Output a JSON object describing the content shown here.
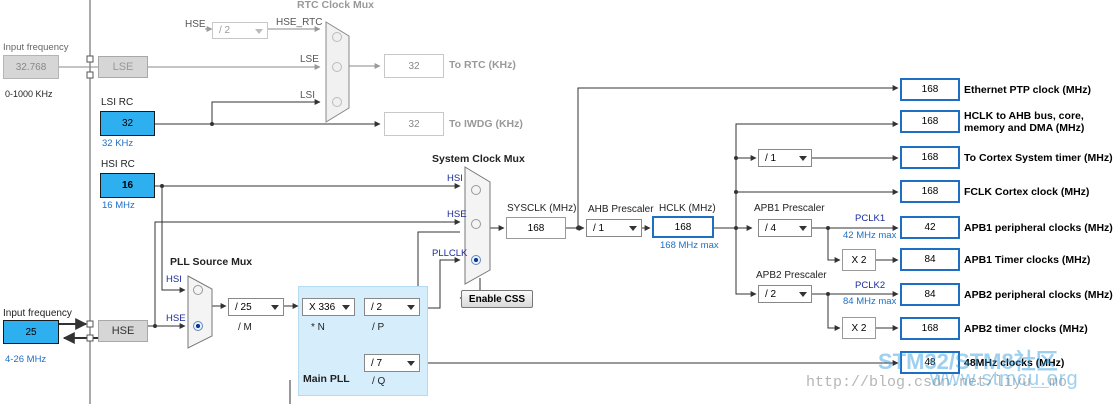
{
  "left": {
    "lse_input_title": "Input frequency",
    "lse_input_value": "32.768",
    "lse_input_range": "0-1000 KHz",
    "lse_label": "LSE",
    "lsi_title": "LSI RC",
    "lsi_value": "32",
    "lsi_unit": "32 KHz",
    "hsi_title": "HSI RC",
    "hsi_value": "16",
    "hsi_unit": "16 MHz",
    "hse_input_title": "Input frequency",
    "hse_input_value": "25",
    "hse_input_range": "4-26 MHz",
    "hse_label": "HSE"
  },
  "rtc": {
    "title": "RTC Clock Mux",
    "hse_label": "HSE",
    "div_value": "/ 2",
    "hse_rtc_label": "HSE_RTC",
    "lse_label": "LSE",
    "lsi_label": "LSI",
    "rtc_value": "32",
    "rtc_label": "To RTC (KHz)",
    "iwdg_value": "32",
    "iwdg_label": "To IWDG (KHz)"
  },
  "sysmux": {
    "title": "System Clock Mux",
    "hsi": "HSI",
    "hse": "HSE",
    "pllclk": "PLLCLK",
    "enable_css": "Enable CSS"
  },
  "pll": {
    "src_title": "PLL Source Mux",
    "hsi": "HSI",
    "hse": "HSE",
    "m_value": "/ 25",
    "m_label": "/ M",
    "n_value": "X 336",
    "n_label": "* N",
    "p_value": "/ 2",
    "p_label": "/ P",
    "q_value": "/ 7",
    "q_label": "/ Q",
    "main_title": "Main PLL"
  },
  "bus": {
    "sysclk_label": "SYSCLK (MHz)",
    "sysclk_value": "168",
    "ahb_label": "AHB Prescaler",
    "ahb_value": "/ 1",
    "hclk_label": "HCLK (MHz)",
    "hclk_value": "168",
    "hclk_max": "168 MHz max",
    "cortex_div": "/ 1",
    "apb1_label": "APB1 Prescaler",
    "apb1_value": "/ 4",
    "pclk1": "PCLK1",
    "pclk1_max": "42 MHz max",
    "apb1_timer_mul": "X 2",
    "apb2_label": "APB2 Prescaler",
    "apb2_value": "/ 2",
    "pclk2": "PCLK2",
    "pclk2_max": "84 MHz max",
    "apb2_timer_mul": "X 2"
  },
  "outputs": [
    {
      "value": "168",
      "label": "Ethernet PTP clock (MHz)"
    },
    {
      "value": "168",
      "label": "HCLK to AHB bus, core,",
      "label2": "memory and DMA (MHz)"
    },
    {
      "value": "168",
      "label": "To Cortex System timer (MHz)"
    },
    {
      "value": "168",
      "label": "FCLK Cortex clock (MHz)"
    },
    {
      "value": "42",
      "label": "APB1 peripheral clocks (MHz)"
    },
    {
      "value": "84",
      "label": "APB1 Timer clocks (MHz)"
    },
    {
      "value": "84",
      "label": "APB2 peripheral clocks (MHz)"
    },
    {
      "value": "168",
      "label": "APB2 timer clocks (MHz)"
    },
    {
      "value": "48",
      "label": "48MHz clocks (MHz)"
    }
  ],
  "watermark": {
    "logo": "STM32/STM8社区",
    "site": "www.stmcu.org",
    "url": "http://blog.csdn.net/liyu__mo"
  },
  "colors": {
    "input_blue": "#2eb0f0",
    "output_border": "#1e6fc3",
    "pll_bg": "#d6eefb"
  }
}
